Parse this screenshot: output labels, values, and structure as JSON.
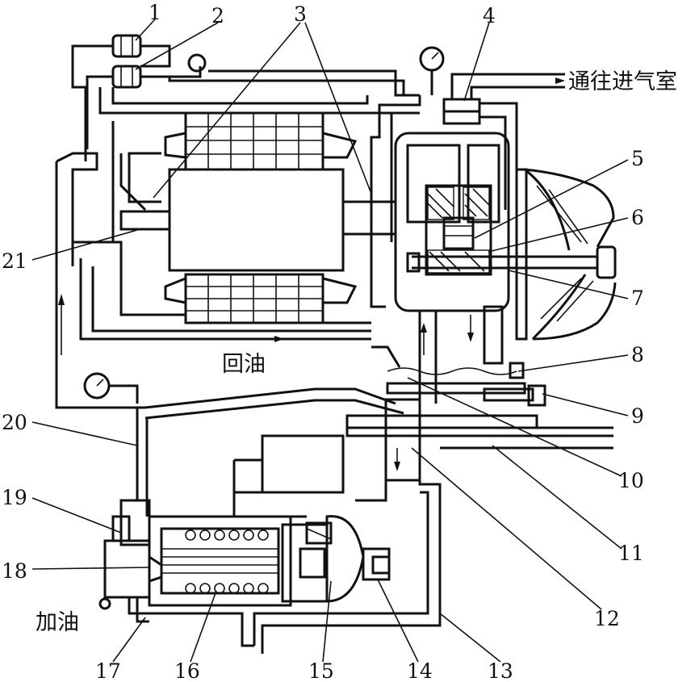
{
  "labels": {
    "n1": "1",
    "n2": "2",
    "n3": "3",
    "n4": "4",
    "n5": "5",
    "n6": "6",
    "n7": "7",
    "n8": "8",
    "n9": "9",
    "n10": "10",
    "n11": "11",
    "n12": "12",
    "n13": "13",
    "n14": "14",
    "n15": "15",
    "n16": "16",
    "n17": "17",
    "n18": "18",
    "n19": "19",
    "n20": "20",
    "n21": "21"
  },
  "text": {
    "to_intake": "通往进气室",
    "return_oil": "回油",
    "add_oil": "加油"
  },
  "colors": {
    "line": "#111111",
    "background": "#ffffff"
  }
}
